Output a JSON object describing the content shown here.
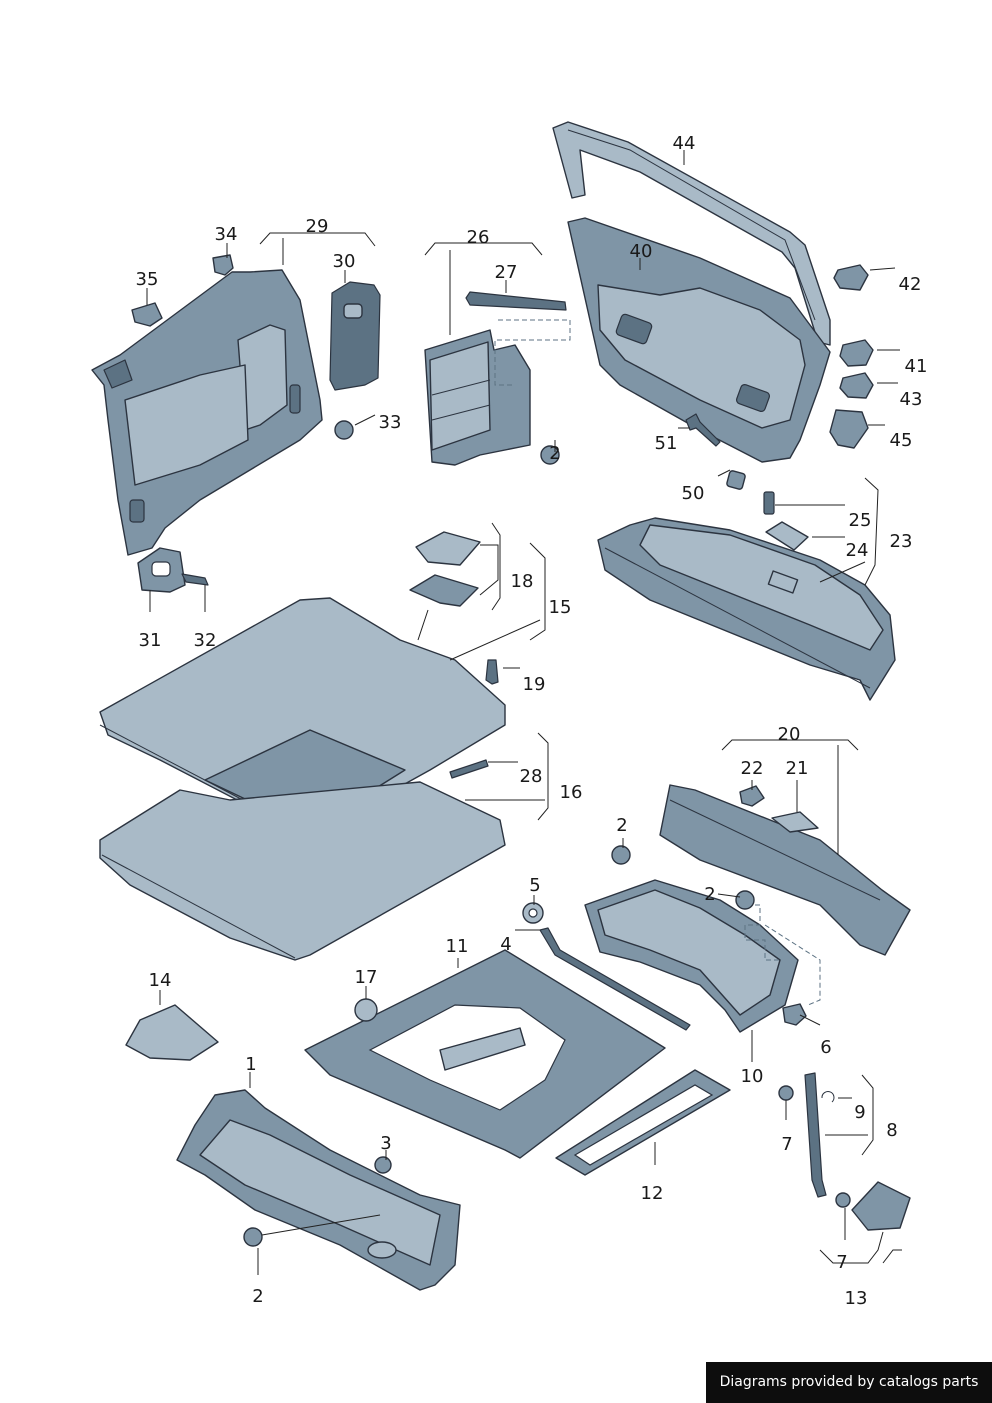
{
  "callouts": {
    "c1": "1",
    "c2a": "2",
    "c2b": "2",
    "c2c": "2",
    "c2d": "2",
    "c3": "3",
    "c4": "4",
    "c5": "5",
    "c6": "6",
    "c7a": "7",
    "c7b": "7",
    "c8": "8",
    "c9": "9",
    "c10": "10",
    "c11": "11",
    "c12": "12",
    "c13": "13",
    "c14": "14",
    "c15": "15",
    "c16": "16",
    "c17": "17",
    "c18": "18",
    "c19": "19",
    "c20": "20",
    "c21": "21",
    "c22": "22",
    "c23": "23",
    "c24": "24",
    "c25": "25",
    "c26": "26",
    "c27": "27",
    "c28": "28",
    "c29": "29",
    "c30": "30",
    "c31": "31",
    "c32": "32",
    "c33": "33",
    "c34": "34",
    "c35": "35",
    "c40": "40",
    "c41": "41",
    "c42": "42",
    "c43": "43",
    "c44": "44",
    "c45": "45",
    "c50": "50",
    "c51": "51"
  },
  "colors": {
    "part": "#7f95a6",
    "part_light": "#a9bac7",
    "outline": "#2c3440",
    "credit_bg": "#0d0d0d"
  },
  "footer": {
    "credit": "Diagrams provided by catalogs parts"
  }
}
